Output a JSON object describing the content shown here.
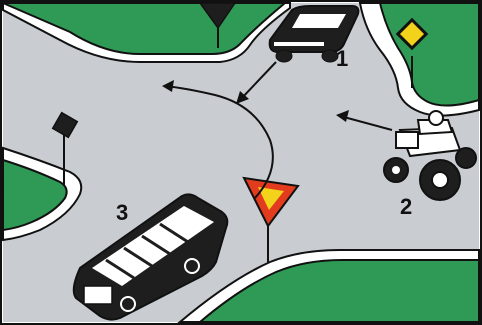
{
  "labels": {
    "vehicle_1": "1",
    "vehicle_2": "2",
    "vehicle_3": "3"
  },
  "colors": {
    "road": "#c9ccd1",
    "grass": "#2f9a55",
    "outline": "#111111",
    "sidewalk": "#ffffff",
    "yield_red": "#e23b1e",
    "yield_yellow": "#f2d21b",
    "priority_yellow": "#f2d21b",
    "vehicle_fill": "#1e1e1e"
  },
  "icons": {
    "priority_road_sign": "priority-road-sign-icon",
    "yield_sign": "yield-sign-icon",
    "back_of_sign": "sign-back-icon"
  }
}
